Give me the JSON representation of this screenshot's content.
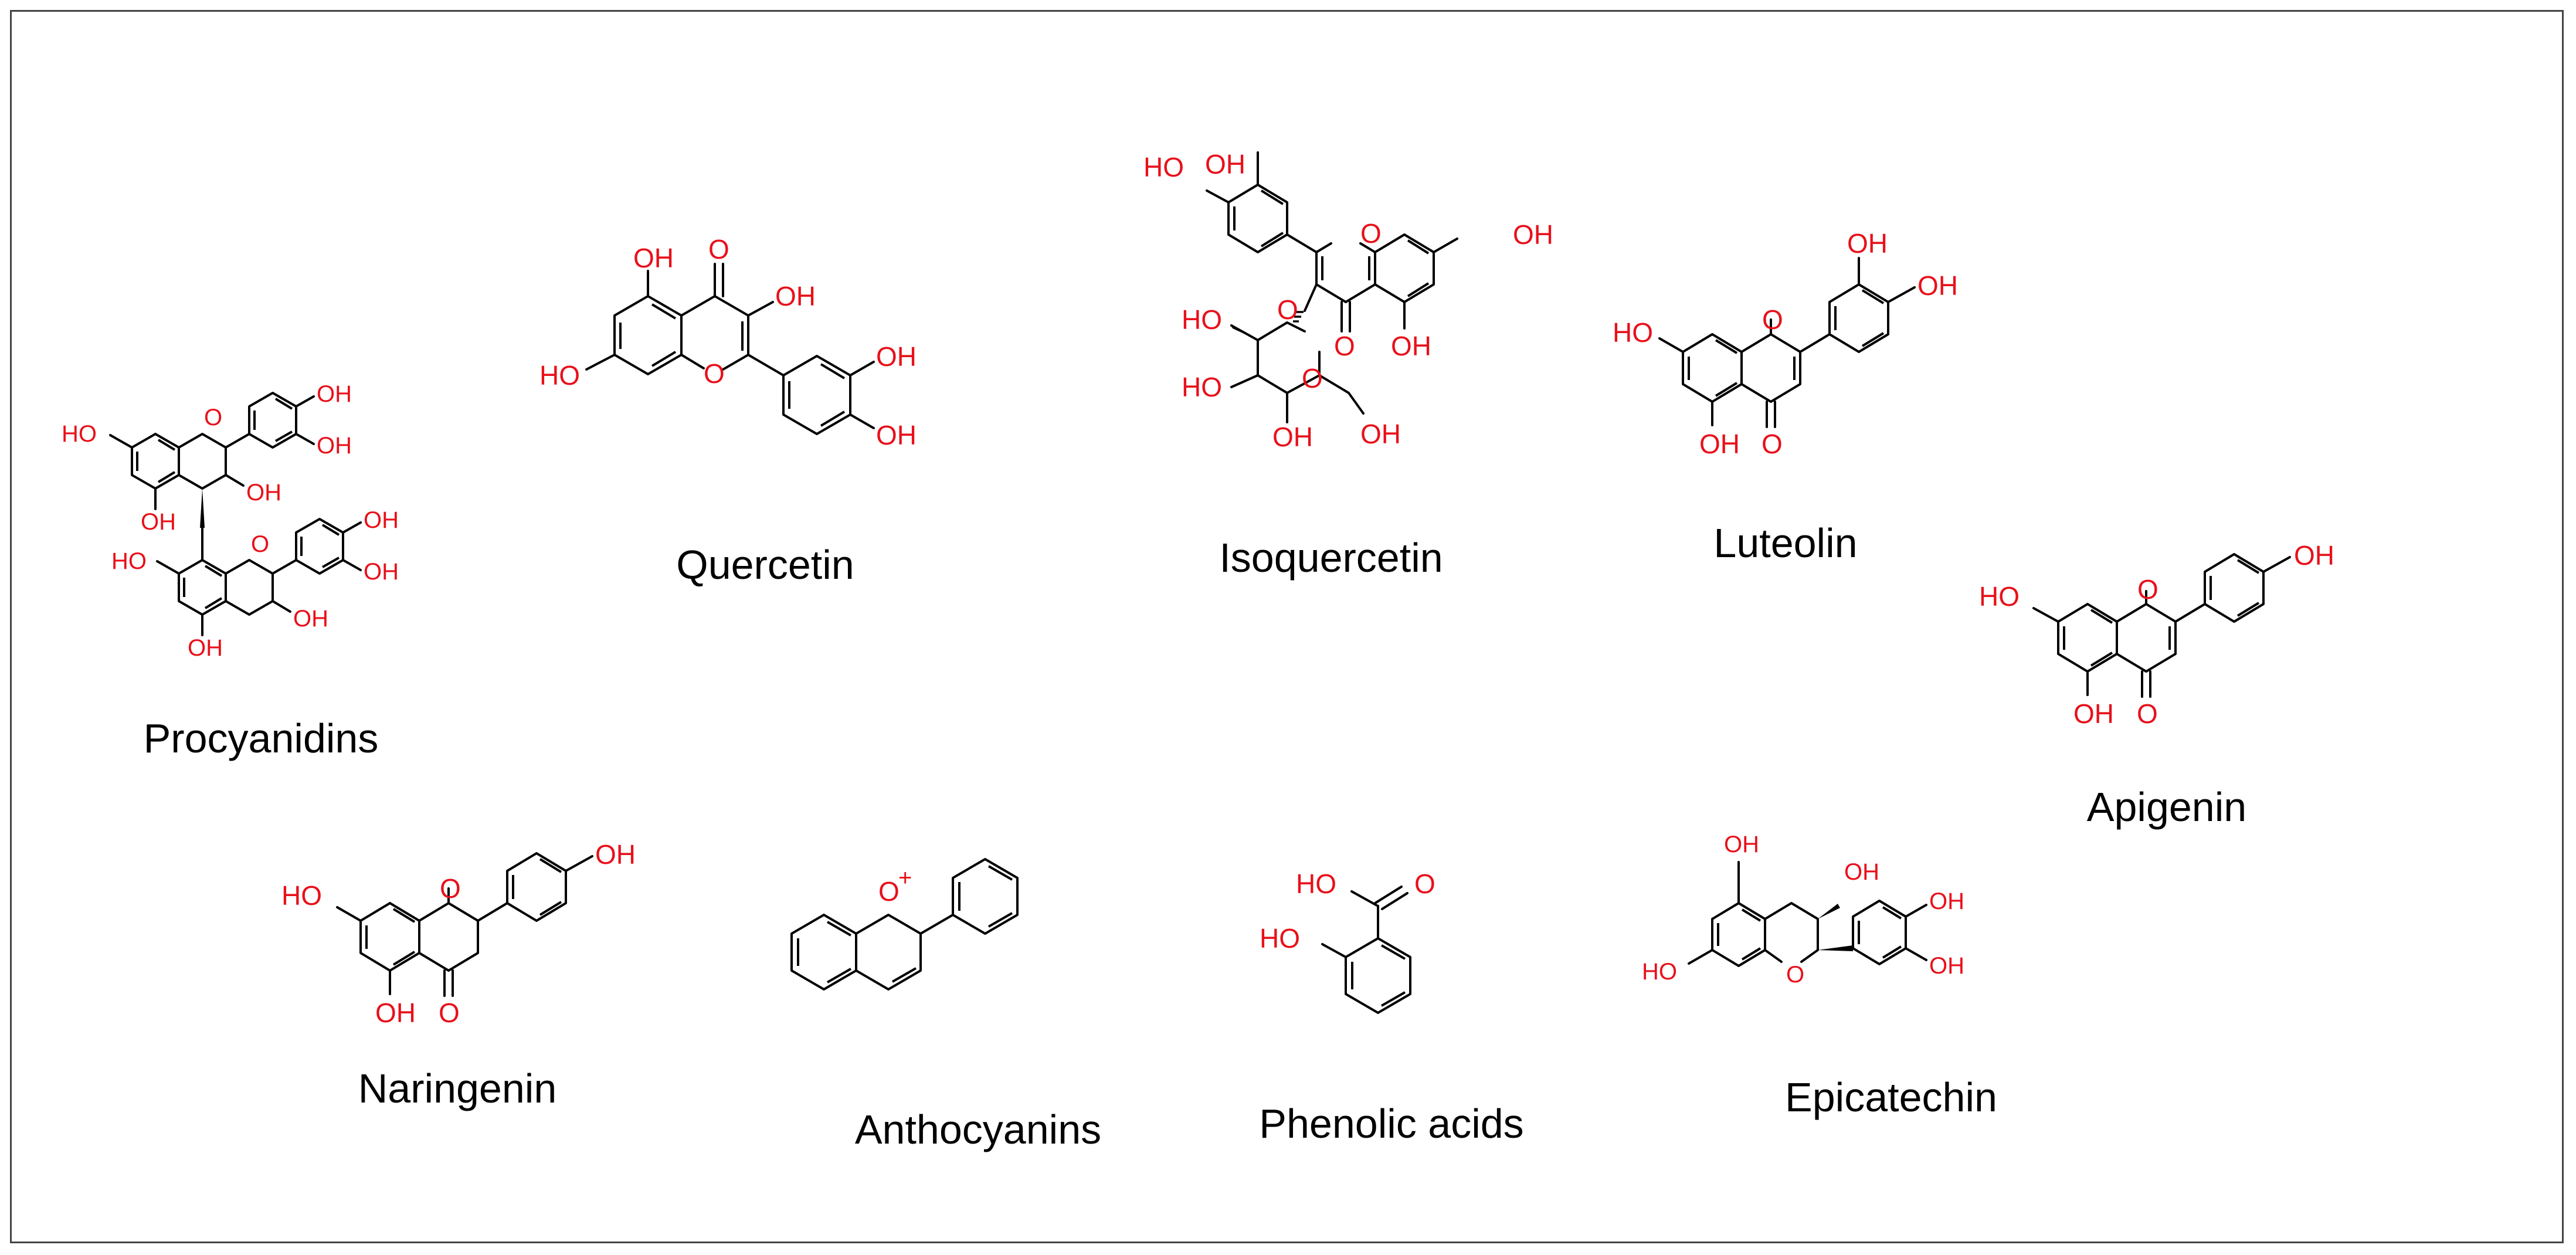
{
  "compounds": {
    "procyanidins": {
      "name": "Procyanidins"
    },
    "quercetin": {
      "name": "Quercetin"
    },
    "isoquercetin": {
      "name": "Isoquercetin"
    },
    "luteolin": {
      "name": "Luteolin"
    },
    "apigenin": {
      "name": "Apigenin"
    },
    "naringenin": {
      "name": "Naringenin"
    },
    "anthocyanins": {
      "name": "Anthocyanins"
    },
    "phenolic": {
      "name": "Phenolic acids"
    },
    "epicatechin": {
      "name": "Epicatechin"
    }
  },
  "atoms": {
    "oh": "OH",
    "ho": "HO",
    "o": "O",
    "o_plus": "O",
    "charge": "+"
  },
  "colors": {
    "heteroatom": "#e8101a",
    "bond": "#000000",
    "frame": "#444444"
  }
}
